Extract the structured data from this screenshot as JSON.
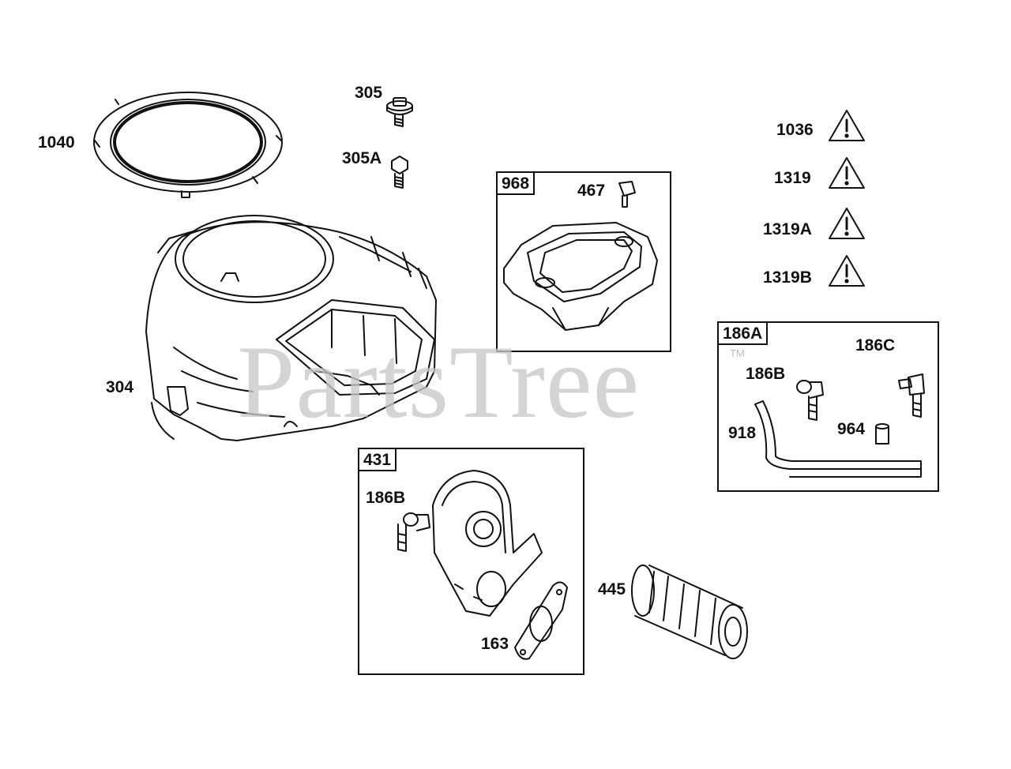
{
  "watermark": {
    "text": "PartsTree",
    "trademark": "TM"
  },
  "colors": {
    "line": "#111111",
    "watermark": "#c8c8c8",
    "background": "#ffffff"
  },
  "groups": [
    {
      "id": "968",
      "label": "968"
    },
    {
      "id": "186A",
      "label": "186A"
    },
    {
      "id": "431",
      "label": "431"
    }
  ],
  "callouts": {
    "p1040": "1040",
    "p305": "305",
    "p305A": "305A",
    "p467": "467",
    "p1036": "1036",
    "p1319": "1319",
    "p1319A": "1319A",
    "p1319B": "1319B",
    "p304": "304",
    "p186B_top": "186B",
    "p186C": "186C",
    "p918": "918",
    "p964": "964",
    "p186B_bottom": "186B",
    "p445": "445",
    "p163": "163"
  },
  "icons": {
    "warning": "warning-triangle-icon"
  }
}
